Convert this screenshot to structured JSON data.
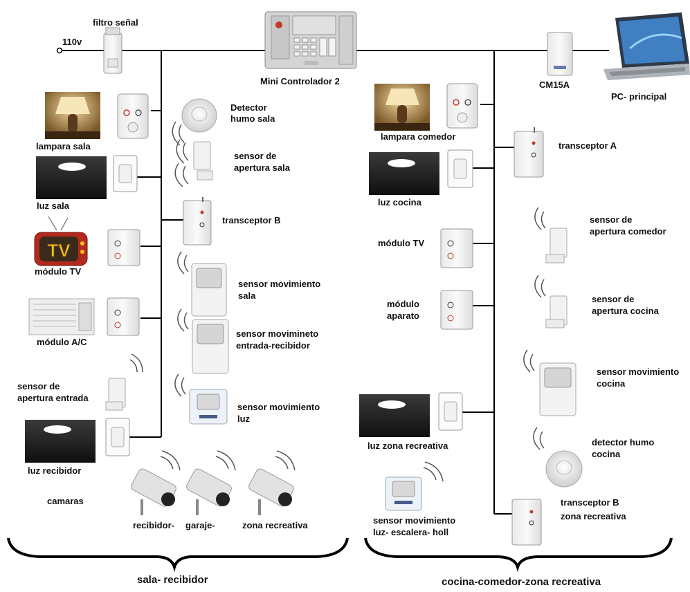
{
  "labels": {
    "power": "110v",
    "filter": "filtro señal",
    "controller": "Mini Controlador 2",
    "cm15a": "CM15A",
    "pc": "PC- principal",
    "lamp_sala": "lampara sala",
    "smoke_sala_1": "Detector",
    "smoke_sala_2": "humo sala",
    "open_sala_1": "sensor de",
    "open_sala_2": "apertura   sala",
    "luz_sala": "luz sala",
    "transceptor_b": "transceptor B",
    "tv_sala": "módulo TV",
    "motion_sala_1": "sensor movimiento",
    "motion_sala_2": "sala",
    "ac": "módulo A/C",
    "motion_entrada_1": "sensor movimineto",
    "motion_entrada_2": "entrada-recibidor",
    "open_entrada_1": "sensor de",
    "open_entrada_2": "apertura entrada",
    "motion_luz_1": "sensor movimiento",
    "motion_luz_2": "luz",
    "luz_recibidor": "luz recibidor",
    "camaras": "camaras",
    "cam_1": "recibidor-",
    "cam_2": "garaje-",
    "cam_3": "zona recreativa",
    "group_left": "sala- recibidor",
    "lamp_comedor": "lampara comedor",
    "transceptor_a": "transceptor A",
    "luz_cocina": "luz cocina",
    "open_comedor_1": "sensor de",
    "open_comedor_2": "apertura comedor",
    "tv_right": "módulo TV",
    "aparato_1": "módulo",
    "aparato_2": "aparato",
    "open_cocina_1": "sensor de",
    "open_cocina_2": "apertura cocina",
    "motion_cocina_1": "sensor movimiento",
    "motion_cocina_2": "cocina",
    "luz_zona": "luz zona recreativa",
    "smoke_cocina_1": "detector humo",
    "smoke_cocina_2": "cocina",
    "motion_escalera_1": "sensor movimiento",
    "motion_escalera_2": "luz- escalera- holl",
    "transceptor_b2_1": "transceptor B",
    "transceptor_b2_2": "zona recreativa",
    "group_right": "cocina-comedor-zona recreativa",
    "tv_screen": "TV"
  },
  "colors": {
    "line": "#000000",
    "device": "#f2f2f2",
    "led": "#c0392b",
    "tv_red": "#b5281e",
    "tv_yellow": "#f2c21b",
    "lamp_warm": "#c98a3a",
    "dark_panel": "#2b2b2b"
  }
}
